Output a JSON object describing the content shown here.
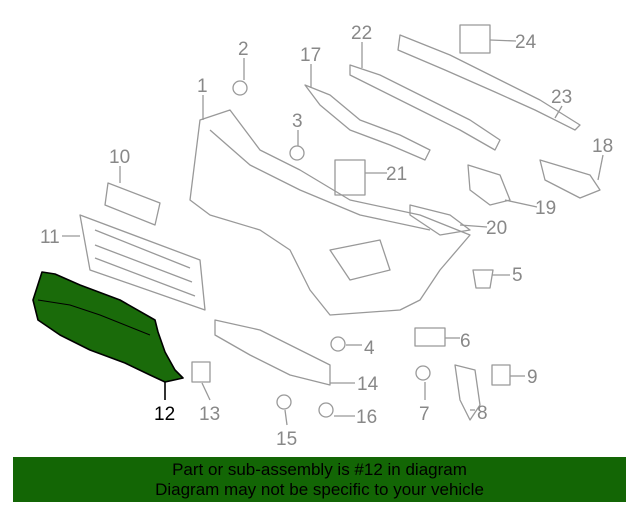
{
  "diagram": {
    "labels": [
      "1",
      "2",
      "3",
      "4",
      "5",
      "6",
      "7",
      "8",
      "9",
      "10",
      "11",
      "12",
      "13",
      "14",
      "15",
      "16",
      "17",
      "18",
      "19",
      "20",
      "21",
      "22",
      "23",
      "24"
    ],
    "highlighted_part": "12",
    "highlight_color": "#1a6b0a"
  },
  "banner": {
    "line1": "Part or sub-assembly is #12 in diagram",
    "line2": "Diagram may not be specific to your vehicle",
    "color": "#136605"
  }
}
